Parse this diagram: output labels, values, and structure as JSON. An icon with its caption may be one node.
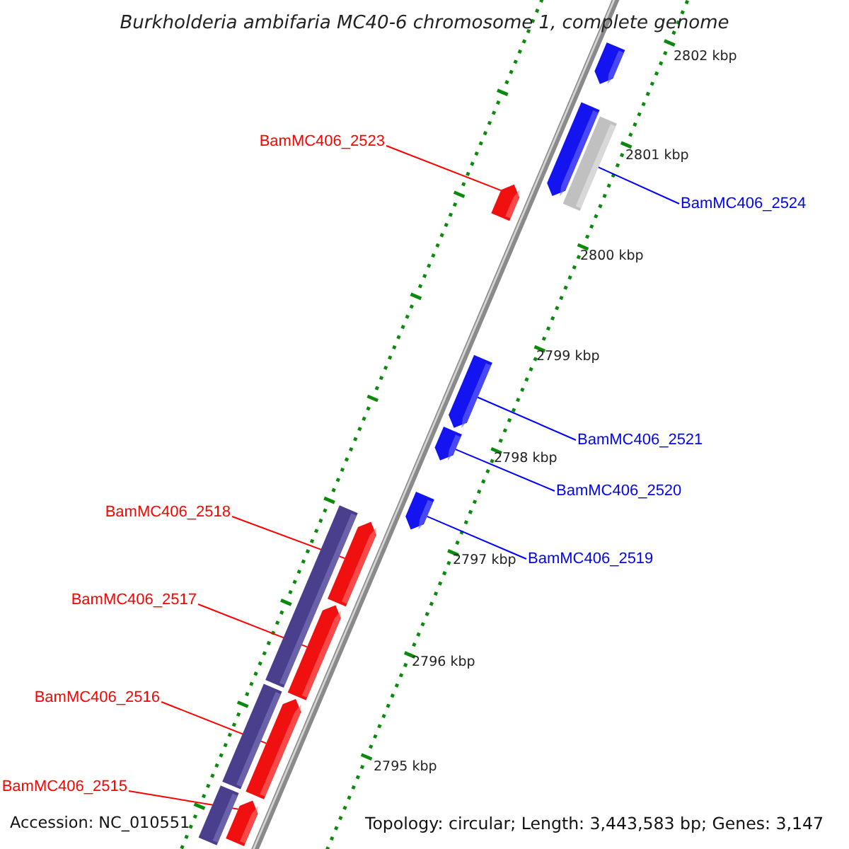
{
  "diagram": {
    "title": "Burkholderia ambifaria MC40-6 chromosome 1, complete genome",
    "nodes": [
      {
        "text": [],
        "shape": "arrow"
      },
      {
        "text": [
          "BamMC406_2523"
        ]
      },
      {
        "text": [],
        "shape": "arrow"
      },
      {
        "text": [],
        "shape": "bar"
      },
      {
        "text": [],
        "shape": "arrow"
      },
      {
        "text": [
          "BamMC406_2524"
        ]
      },
      {
        "text": [],
        "shape": "arrow"
      },
      {
        "text": [
          "BamMC406_2521"
        ]
      },
      {
        "text": [],
        "shape": "arrow"
      },
      {
        "text": [
          "BamMC406_2520"
        ]
      },
      {
        "text": [],
        "shape": "arrow"
      },
      {
        "text": [
          "BamMC406_2518"
        ]
      },
      {
        "text": [
          "BamMC406_2519"
        ]
      },
      {
        "text": [],
        "shape": "arrow"
      },
      {
        "text": [],
        "shape": "bar"
      },
      {
        "text": [
          "BamMC406_2517"
        ]
      },
      {
        "text": [],
        "shape": "arrow"
      },
      {
        "text": [
          "BamMC406_2516"
        ]
      },
      {
        "text": [],
        "shape": "bar"
      },
      {
        "text": [],
        "shape": "arrow"
      },
      {
        "text": [
          "BamMC406_2515"
        ]
      },
      {
        "text": [],
        "shape": "arrow"
      },
      {
        "text": [],
        "shape": "bar"
      }
    ],
    "edges": [
      {
        "from": 1,
        "to": 4,
        "arrow": "none"
      },
      {
        "from": 5,
        "to": 3,
        "arrow": "none",
        "color": "#0000ff"
      },
      {
        "from": 7,
        "to": 6,
        "arrow": "none",
        "color": "#0000ff"
      },
      {
        "from": 9,
        "to": 8,
        "arrow": "none",
        "color": "#0000ff"
      },
      {
        "from": 12,
        "to": 10,
        "arrow": "none",
        "color": "#0000ff"
      },
      {
        "from": 11,
        "to": 13,
        "arrow": "none"
      },
      {
        "from": 15,
        "to": 16,
        "arrow": "none"
      },
      {
        "from": 17,
        "to": 19,
        "arrow": "none"
      },
      {
        "from": 20,
        "to": 21,
        "arrow": "none"
      }
    ],
    "labels": [
      "2802 kbp",
      "2801 kbp",
      "2800 kbp",
      "2799 kbp",
      "2798 kbp",
      "2797 kbp",
      "2796 kbp",
      "2795 kbp",
      "Accession: NC_010551",
      "Topology: circular; Length: 3,443,583 bp; Genes: 3,147"
    ]
  }
}
